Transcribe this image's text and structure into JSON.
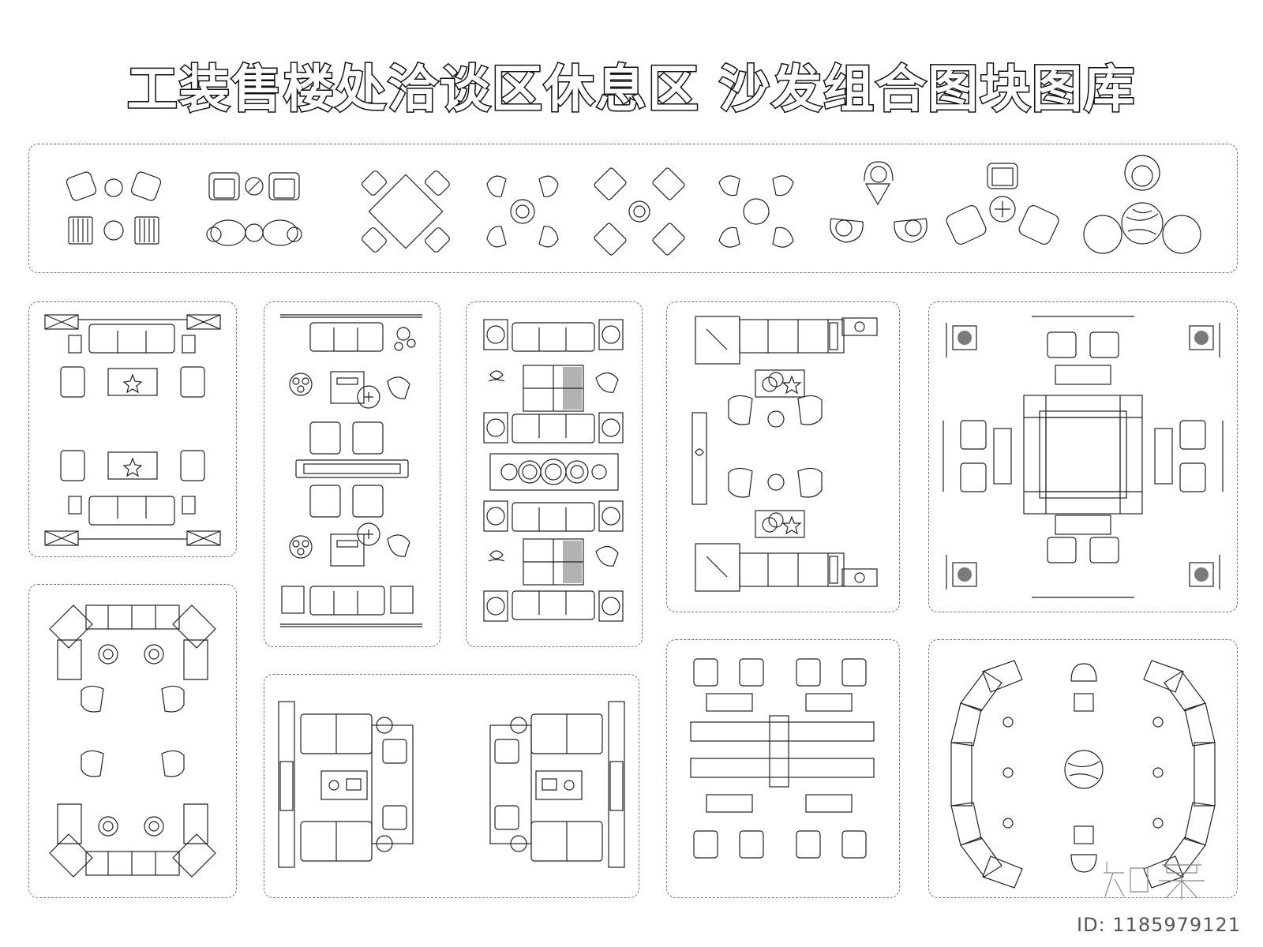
{
  "header": {
    "title": "工装售楼处洽谈区休息区 沙发组合图块图库"
  },
  "footer": {
    "id_label": "ID: 1185979121"
  },
  "brand": {
    "logo": "知末"
  },
  "colors": {
    "line": "#222222",
    "panel_border": "#777777",
    "background": "#ffffff"
  },
  "panels": [
    {
      "name": "panel-chair-sets-row"
    },
    {
      "name": "panel-sofa-layout-1"
    },
    {
      "name": "panel-sofa-layout-2"
    },
    {
      "name": "panel-sofa-layout-3"
    },
    {
      "name": "panel-sofa-layout-4"
    },
    {
      "name": "panel-sofa-layout-5"
    },
    {
      "name": "panel-sofa-layout-6"
    },
    {
      "name": "panel-sofa-layout-7"
    },
    {
      "name": "panel-sofa-layout-8"
    },
    {
      "name": "panel-sofa-layout-9"
    }
  ]
}
